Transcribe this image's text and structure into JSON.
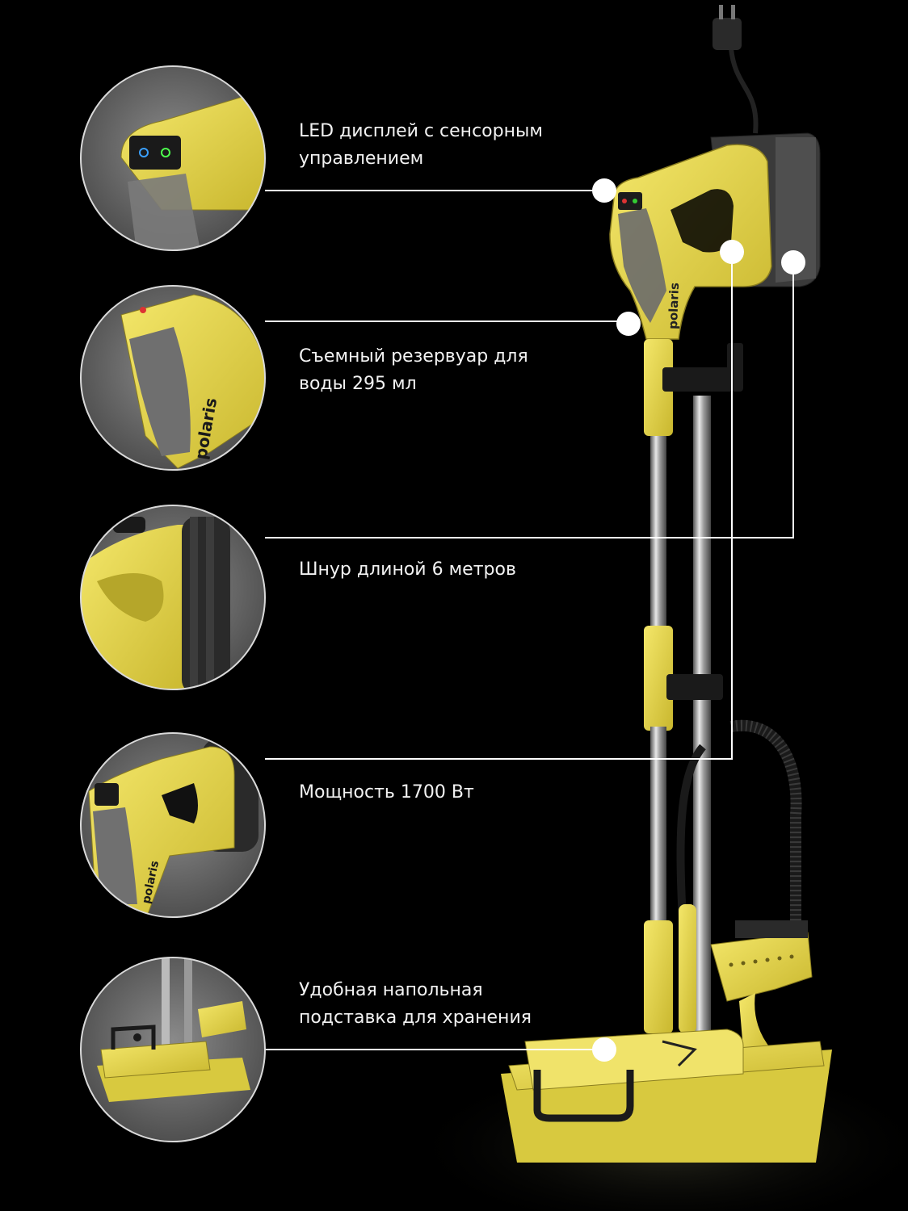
{
  "features": [
    {
      "text": "LED дисплей с сенсорным управлением",
      "line1": "LED дисплей с сенсорным",
      "line2": "управлением"
    },
    {
      "text": "Съемный резервуар для воды 295 мл",
      "line1": "Съемный резервуар для",
      "line2": "воды 295 мл"
    },
    {
      "text": "Шнур длиной 6 метров",
      "line1": "Шнур длиной 6 метров",
      "line2": ""
    },
    {
      "text": "Мощность 1700 Вт",
      "line1": "Мощность 1700 Вт",
      "line2": ""
    },
    {
      "text": "Удобная напольная подставка для хранения",
      "line1": "Удобная напольная",
      "line2": "подставка для хранения"
    }
  ],
  "brand": "polaris",
  "colors": {
    "background": "#000000",
    "product": "#e8d94a",
    "line": "#ffffff",
    "circle_bg": "#6e6e6e"
  }
}
